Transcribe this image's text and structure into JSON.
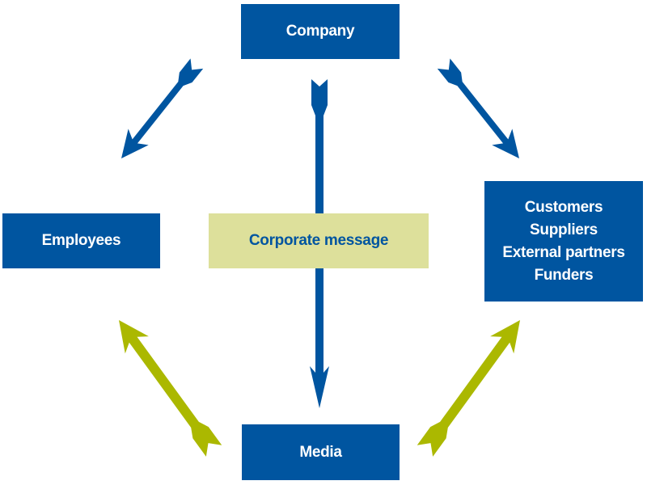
{
  "diagram": {
    "colors": {
      "primary_blue": "#0055A0",
      "arrow_green": "#ABB800",
      "message_box": "#DDE09B"
    },
    "nodes": {
      "company": {
        "label": "Company"
      },
      "employees": {
        "label": "Employees"
      },
      "corporate_message": {
        "label": "Corporate message"
      },
      "external": {
        "lines": [
          "Customers",
          "Suppliers",
          "External partners",
          "Funders"
        ]
      },
      "media": {
        "label": "Media"
      }
    },
    "edges": [
      {
        "from": "Company",
        "to": "Employees",
        "color": "blue"
      },
      {
        "from": "Company",
        "to": "Customers / Suppliers / External partners / Funders",
        "color": "blue"
      },
      {
        "from": "Company",
        "to": "Media",
        "color": "blue",
        "via": "Corporate message"
      },
      {
        "from": "Media",
        "to": "Employees",
        "color": "green"
      },
      {
        "from": "Media",
        "to": "Customers / Suppliers / External partners / Funders",
        "color": "green"
      }
    ]
  }
}
